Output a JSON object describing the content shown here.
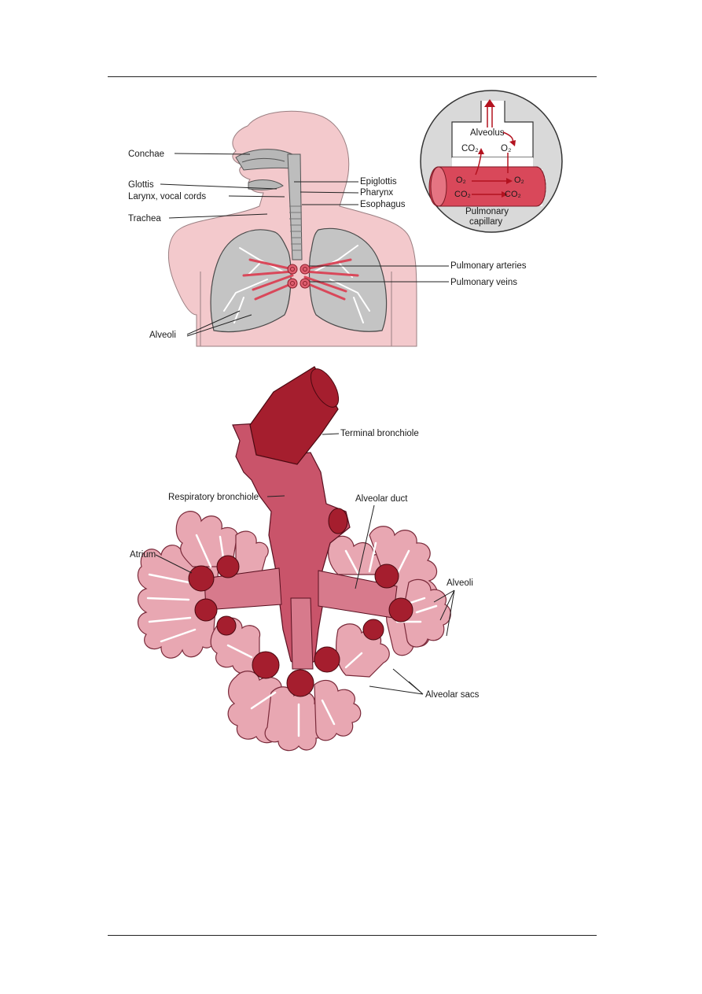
{
  "colors": {
    "skin": "#f3c9cc",
    "lung": "#c9c9c9",
    "vessel": "#d9485a",
    "dark_red": "#a51e2e",
    "mid_red": "#c9546a",
    "light_pink": "#e8a7b2"
  },
  "top_figure": {
    "labels": {
      "conchae": "Conchae",
      "glottis": "Glottis",
      "larynx": "Larynx, vocal cords",
      "trachea": "Trachea",
      "alveoli": "Alveoli",
      "epiglottis": "Epiglottis",
      "pharynx": "Pharynx",
      "esophagus": "Esophagus",
      "pulmonary_arteries": "Pulmonary arteries",
      "pulmonary_veins": "Pulmonary veins"
    },
    "inset": {
      "alveolus": "Alveolus",
      "co2": "CO₂",
      "o2": "O₂",
      "capillary_line1": "Pulmonary",
      "capillary_line2": "capillary"
    }
  },
  "bottom_figure": {
    "labels": {
      "terminal_bronchiole": "Terminal bronchiole",
      "respiratory_bronchiole": "Respiratory bronchiole",
      "alveolar_duct": "Alveolar duct",
      "atrium": "Atrium",
      "alveoli": "Alveoli",
      "alveolar_sacs": "Alveolar sacs"
    }
  }
}
